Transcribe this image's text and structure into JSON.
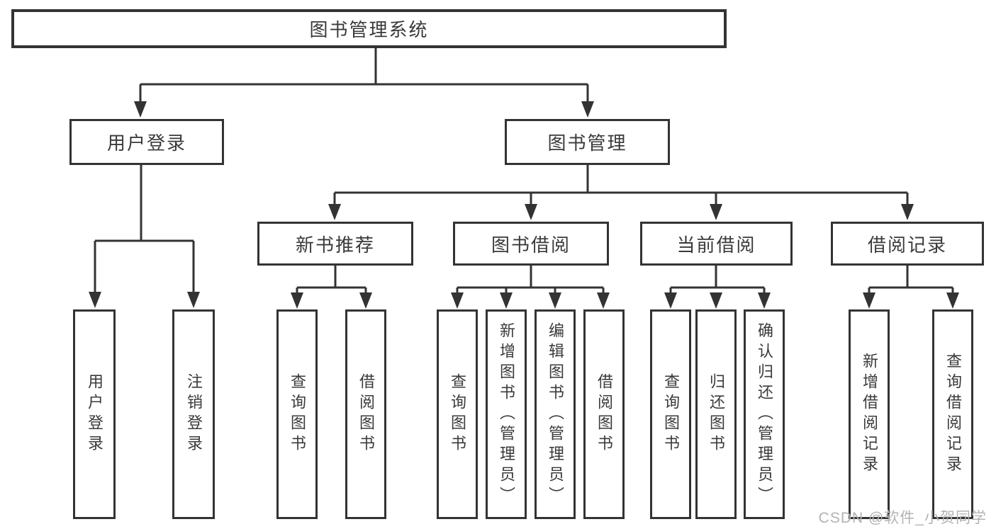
{
  "diagram": {
    "root": "图书管理系统",
    "branches": [
      {
        "label": "用户登录",
        "children": [
          "用户登录",
          "注销登录"
        ]
      },
      {
        "label": "图书管理",
        "sections": [
          {
            "label": "新书推荐",
            "children": [
              "查询图书",
              "借阅图书"
            ]
          },
          {
            "label": "图书借阅",
            "children": [
              "查询图书",
              "新增图书（管理员）",
              "编辑图书（管理员）",
              "借阅图书"
            ]
          },
          {
            "label": "当前借阅",
            "children": [
              "查询图书",
              "归还图书",
              "确认归还（管理员）"
            ]
          },
          {
            "label": "借阅记录",
            "children": [
              "新增借阅记录",
              "查询借阅记录"
            ]
          }
        ]
      }
    ]
  },
  "watermark": "CSDN @软件_小贺同学",
  "colors": {
    "line": "#333333",
    "text": "#3a3a3a",
    "background": "#ffffff",
    "watermark": "#b3b3b3"
  }
}
